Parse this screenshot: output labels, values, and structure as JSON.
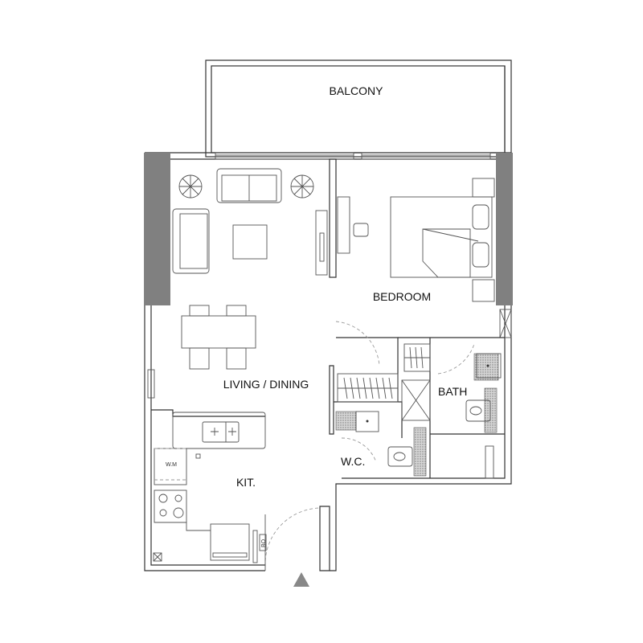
{
  "rooms": {
    "balcony": "BALCONY",
    "bedroom": "BEDROOM",
    "living_dining": "LIVING / DINING",
    "kitchen": "KIT.",
    "bath": "BATH",
    "wc": "W.C."
  },
  "fixtures": {
    "washing_machine": "W.M",
    "bo": "BO"
  },
  "colors": {
    "pillar": "#808080",
    "entrance_marker": "#888888",
    "wall": "#333333",
    "tile_hatch": "#9a9a9a"
  }
}
